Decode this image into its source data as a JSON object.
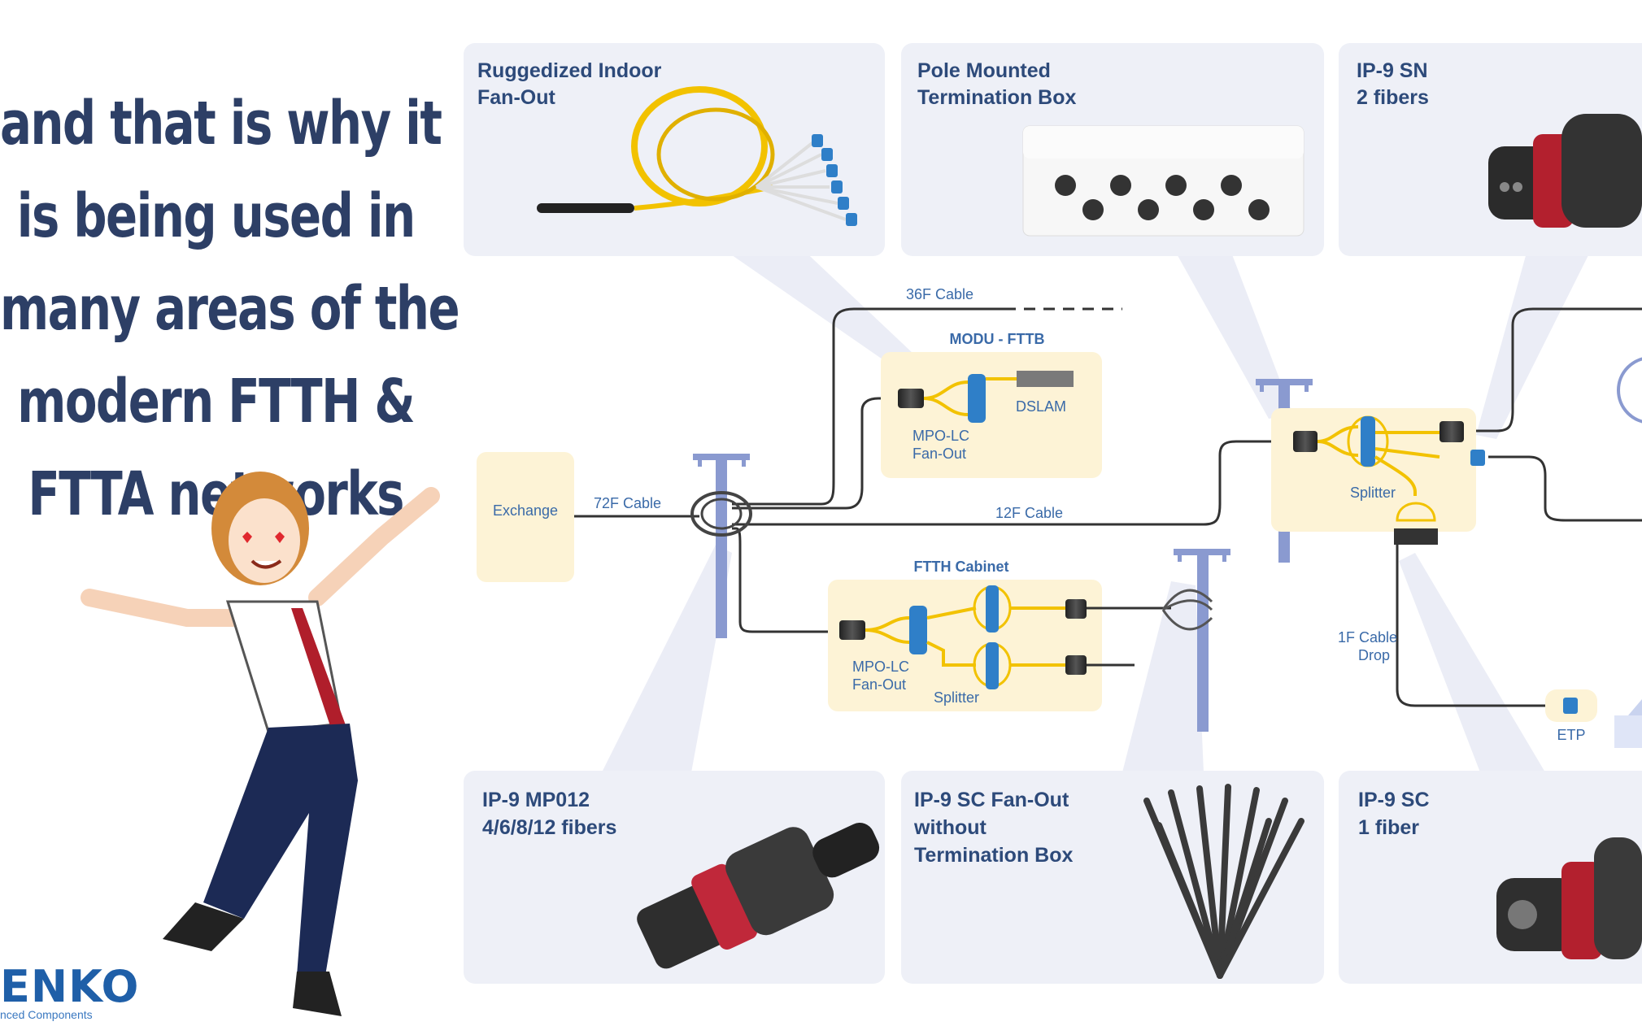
{
  "headline": {
    "lines": [
      "and that is why it",
      "is being used in",
      "many areas of the",
      "modern FTTH &",
      "FTTA networks"
    ]
  },
  "brand": {
    "name": "ENKO",
    "tagline": "nced Components"
  },
  "panels": {
    "ruggedized": {
      "line1": "Ruggedized Indoor",
      "line2": "Fan-Out"
    },
    "pole": {
      "line1": "Pole Mounted",
      "line2": "Termination Box"
    },
    "ip9sn": {
      "line1": "IP-9 SN",
      "line2": "2 fibers"
    },
    "ip9mpo": {
      "line1": "IP-9 MP012",
      "line2": "4/6/8/12 fibers"
    },
    "ip9scfan": {
      "line1": "IP-9 SC Fan-Out",
      "line2": "without",
      "line3": "Termination Box"
    },
    "ip9sc": {
      "line1": "IP-9 SC",
      "line2": "1 fiber"
    }
  },
  "network": {
    "exchange": "Exchange",
    "cable72": "72F Cable",
    "cable36": "36F Cable",
    "cable12": "12F Cable",
    "modu": "MODU - FTTB",
    "dslam": "DSLAM",
    "mpo_lc_1a": "MPO-LC",
    "mpo_lc_1b": "Fan-Out",
    "ftth_cabinet": "FTTH Cabinet",
    "mpo_lc_2a": "MPO-LC",
    "mpo_lc_2b": "Fan-Out",
    "splitter_cab": "Splitter",
    "splitter_pole": "Splitter",
    "drop_a": "1F Cable",
    "drop_b": "Drop",
    "etp": "ETP"
  },
  "colors": {
    "headline": "#2d3f66",
    "panel_bg": "#eef0f7",
    "zone_bg": "#fdf3d6",
    "fiber": "#f2c200",
    "component_blue": "#2f7fc8",
    "cable": "#333333"
  }
}
